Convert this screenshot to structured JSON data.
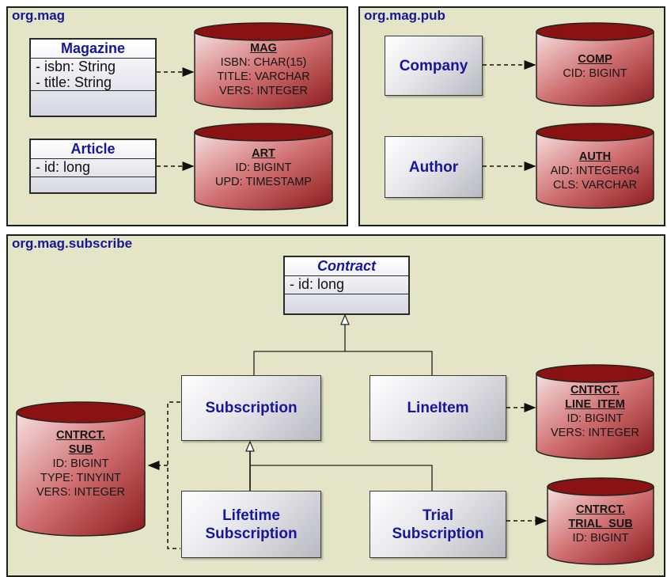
{
  "packages": {
    "mag": "org.mag",
    "pub": "org.mag.pub",
    "subscribe": "org.mag.subscribe"
  },
  "magazine": {
    "name": "Magazine",
    "attrs": [
      "- isbn: String",
      "- title: String"
    ]
  },
  "article": {
    "name": "Article",
    "attrs": [
      "- id: long"
    ]
  },
  "contract": {
    "name": "Contract",
    "attrs": [
      "- id: long"
    ]
  },
  "company": {
    "name": "Company"
  },
  "author": {
    "name": "Author"
  },
  "subscription": {
    "name": "Subscription"
  },
  "lineitem": {
    "name": "LineItem"
  },
  "lifetime": {
    "line1": "Lifetime",
    "line2": "Subscription"
  },
  "trial": {
    "line1": "Trial",
    "line2": "Subscription"
  },
  "tables": {
    "mag": {
      "name": "MAG",
      "cols": [
        "ISBN: CHAR(15)",
        "TITLE: VARCHAR",
        "VERS: INTEGER"
      ]
    },
    "art": {
      "name": "ART",
      "cols": [
        "ID: BIGINT",
        "UPD: TIMESTAMP"
      ]
    },
    "comp": {
      "name": "COMP",
      "cols": [
        "CID: BIGINT"
      ]
    },
    "auth": {
      "name": "AUTH",
      "cols": [
        "AID: INTEGER64",
        "CLS: VARCHAR"
      ]
    },
    "sub": {
      "name1": "CNTRCT.",
      "name2": "SUB",
      "cols": [
        "ID: BIGINT",
        "TYPE: TINYINT",
        "VERS: INTEGER"
      ]
    },
    "line_item": {
      "name1": "CNTRCT.",
      "name2": "LINE_ITEM",
      "cols": [
        "ID: BIGINT",
        "VERS: INTEGER"
      ]
    },
    "trial_sub": {
      "name1": "CNTRCT.",
      "name2": "TRIAL_SUB",
      "cols": [
        "ID: BIGINT"
      ]
    }
  }
}
